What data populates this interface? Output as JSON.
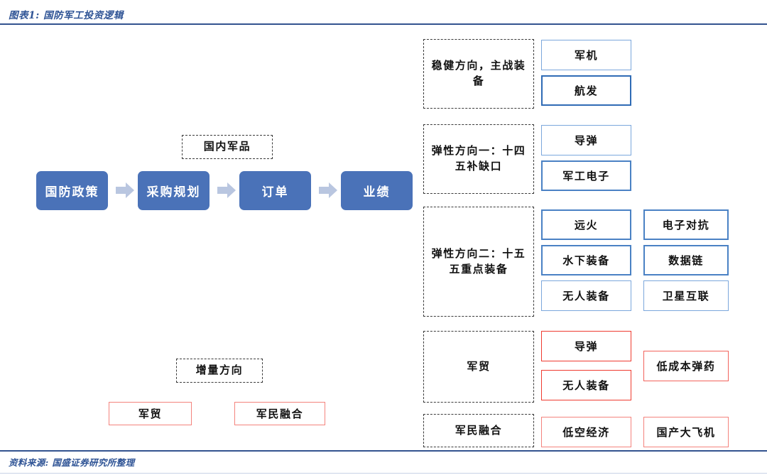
{
  "header": {
    "title": "图表1: 国防军工投资逻辑",
    "rule_color": "#33538F"
  },
  "footer": {
    "source": "资料来源: 国盛证券研究所整理"
  },
  "flow": {
    "group_label": "国内军品",
    "steps": [
      {
        "label": "国防政策"
      },
      {
        "label": "采购规划"
      },
      {
        "label": "订单"
      },
      {
        "label": "业绩"
      }
    ],
    "arrow_icon": "right-arrow-icon",
    "box_color": "#4A72B8",
    "arrow_color": "#B9C6E0"
  },
  "incremental": {
    "group_label": "增量方向",
    "items": [
      {
        "label": "军贸",
        "border": "#F4837D"
      },
      {
        "label": "军民融合",
        "border": "#F4837D"
      }
    ]
  },
  "directions": [
    {
      "name": "稳健方向，主战装备",
      "col1": [
        {
          "label": "军机",
          "border": "#7BA7DC"
        },
        {
          "label": "航发",
          "border": "#2F6BB5"
        }
      ],
      "col2": []
    },
    {
      "name": "弹性方向一：十四五补缺口",
      "col1": [
        {
          "label": "导弹",
          "border": "#7BA7DC"
        },
        {
          "label": "军工电子",
          "border": "#4A81C4"
        }
      ],
      "col2": []
    },
    {
      "name": "弹性方向二：十五五重点装备",
      "col1": [
        {
          "label": "远火",
          "border": "#4A81C4"
        },
        {
          "label": "水下装备",
          "border": "#4A81C4"
        },
        {
          "label": "无人装备",
          "border": "#7BA7DC"
        }
      ],
      "col2": [
        {
          "label": "电子对抗",
          "border": "#4A81C4"
        },
        {
          "label": "数据链",
          "border": "#4A81C4"
        },
        {
          "label": "卫星互联",
          "border": "#7BA7DC"
        }
      ]
    },
    {
      "name": "军贸",
      "col1": [
        {
          "label": "导弹",
          "border": "#EF3B30"
        },
        {
          "label": "无人装备",
          "border": "#EF3B30"
        }
      ],
      "col2": [
        {
          "label": "低成本弹药",
          "border": "#F2635C"
        }
      ]
    },
    {
      "name": "军民融合",
      "col1": [
        {
          "label": "低空经济",
          "border": "#F4837D"
        }
      ],
      "col2": [
        {
          "label": "国产大飞机",
          "border": "#F4837D"
        }
      ]
    }
  ]
}
